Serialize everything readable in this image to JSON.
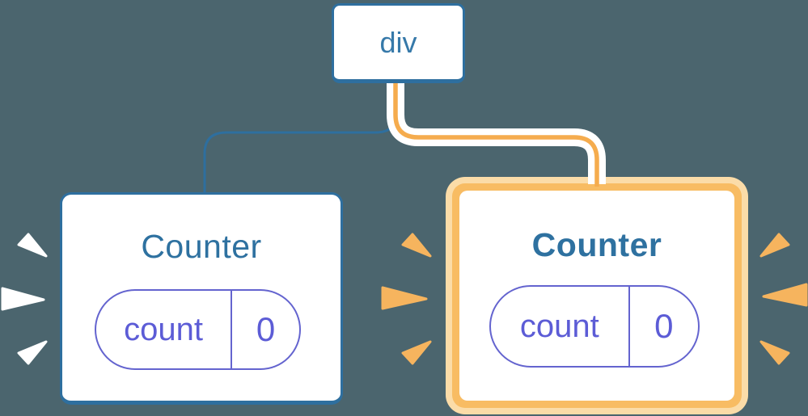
{
  "diagram": {
    "root_node": {
      "label": "div"
    },
    "left_counter": {
      "title": "Counter",
      "state_key": "count",
      "state_value": "0",
      "highlighted": false
    },
    "right_counter": {
      "title": "Counter",
      "state_key": "count",
      "state_value": "0",
      "highlighted": true
    }
  },
  "colors": {
    "background": "#4B656E",
    "node_border_blue": "#2E6F9F",
    "node_text_blue": "#3679A9",
    "counter_title_blue": "#2E71A0",
    "state_indigo": "#5C5CD6",
    "state_pill_border": "#6464CF",
    "highlight_orange": "#F8BC63",
    "highlight_halo": "#FBDCA8",
    "edge_orange": "#F5AC4E",
    "burst_orange": "#F6B45E",
    "burst_white": "#FFFFFF"
  }
}
